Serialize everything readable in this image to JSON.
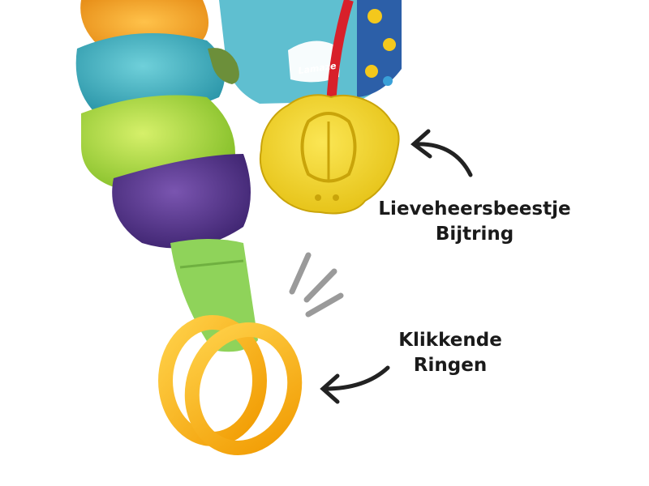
{
  "photo": {
    "logo_text": "Lamaze",
    "colors": {
      "orange": "#f5a623",
      "teal": "#3db8c6",
      "lime": "#a6d63a",
      "purple": "#5b3a8c",
      "green": "#8fd35a",
      "yellow": "#f4d21c",
      "ring": "#f7b500",
      "red_ribbon": "#d8202a",
      "arrow": "#222222",
      "sound_marks": "#9a9a9a"
    },
    "icons": [
      "arrow-left-icon",
      "sound-lines-icon"
    ]
  },
  "captions": {
    "teether": {
      "line1": "Lieveheersbeestje",
      "line2": "Bijtring"
    },
    "rings": {
      "line1": "Klikkende",
      "line2": "Ringen"
    }
  }
}
